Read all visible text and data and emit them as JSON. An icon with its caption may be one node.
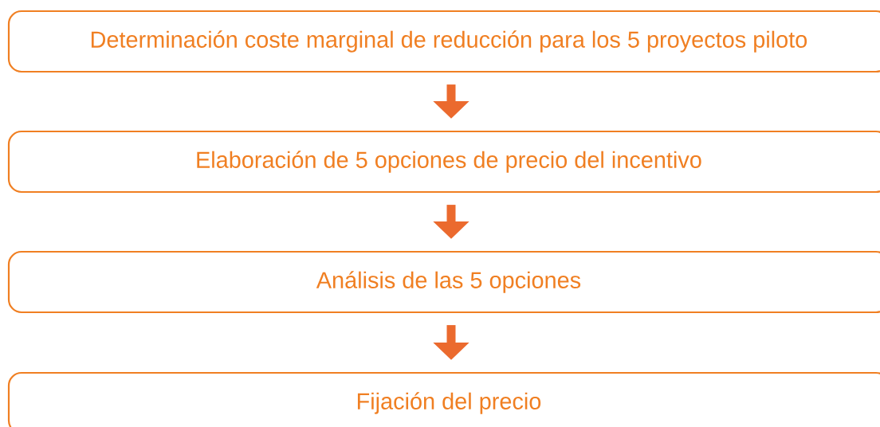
{
  "diagram": {
    "nodes": [
      {
        "text": [
          "Determinación coste marginal de reducción para los 5 proyectos piloto"
        ]
      },
      {
        "text": [
          "Elaboración de 5 opciones de precio del incentivo"
        ]
      },
      {
        "text": [
          "Análisis de las 5 opciones"
        ]
      },
      {
        "text": [
          "Fijación del precio"
        ]
      }
    ],
    "edges": [
      {
        "from": 0,
        "to": 1,
        "arrow": "to"
      },
      {
        "from": 1,
        "to": 2,
        "arrow": "to"
      },
      {
        "from": 2,
        "to": 3,
        "arrow": "to"
      }
    ]
  }
}
